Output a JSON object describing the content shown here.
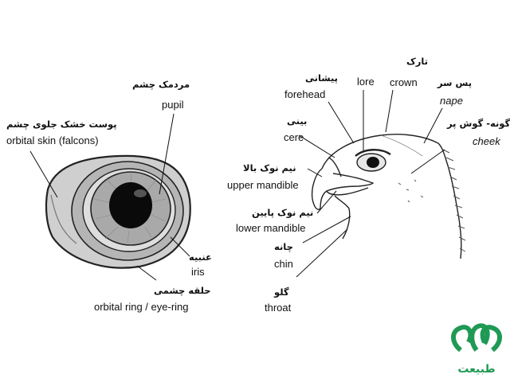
{
  "eye": {
    "pupil": {
      "fa": "مردمک چشم",
      "en": "pupil"
    },
    "orbital_skin": {
      "fa": "پوست خشک جلوی چشم",
      "en": "orbital skin (falcons)"
    },
    "iris": {
      "fa": "عنبیه",
      "en": "iris"
    },
    "orbital_ring": {
      "fa": "حلقه چشمی",
      "en": "orbital ring / eye-ring"
    }
  },
  "head": {
    "crown": {
      "fa": "تارک",
      "en": "crown"
    },
    "forehead": {
      "fa": "پیشانی",
      "en": "forehead"
    },
    "lore": {
      "en": "lore"
    },
    "nape": {
      "fa": "پس سر",
      "en": "nape"
    },
    "cere": {
      "fa": "بینی",
      "en": "cere"
    },
    "cheek": {
      "fa": "گونه- گوش پر",
      "en": "cheek"
    },
    "upper_mandible": {
      "fa": "نیم نوک بالا",
      "en": "upper mandible"
    },
    "lower_mandible": {
      "fa": "نیم نوک پایین",
      "en": "lower mandible"
    },
    "chin": {
      "fa": "چانه",
      "en": "chin"
    },
    "throat": {
      "fa": "گلو",
      "en": "throat"
    }
  },
  "logo": {
    "text": "طبیعت",
    "color": "#1f9a55"
  }
}
